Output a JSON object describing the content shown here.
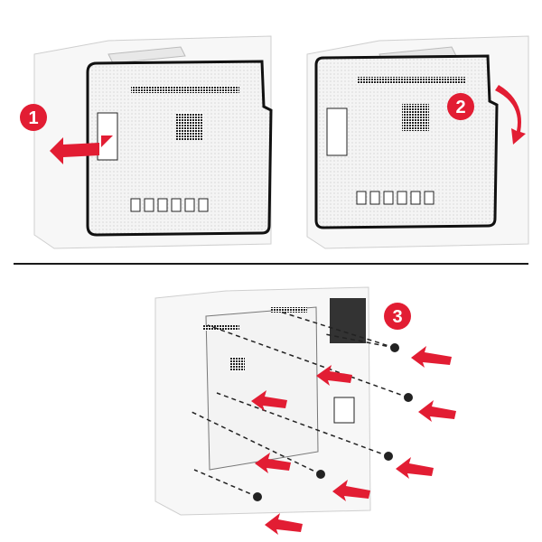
{
  "steps": [
    {
      "number": "1"
    },
    {
      "number": "2"
    },
    {
      "number": "3"
    }
  ],
  "colors": {
    "accent": "#e21d33",
    "line": "#1a1a1a",
    "printer": "#d9d9d9",
    "plate": "#f2f2f2"
  }
}
